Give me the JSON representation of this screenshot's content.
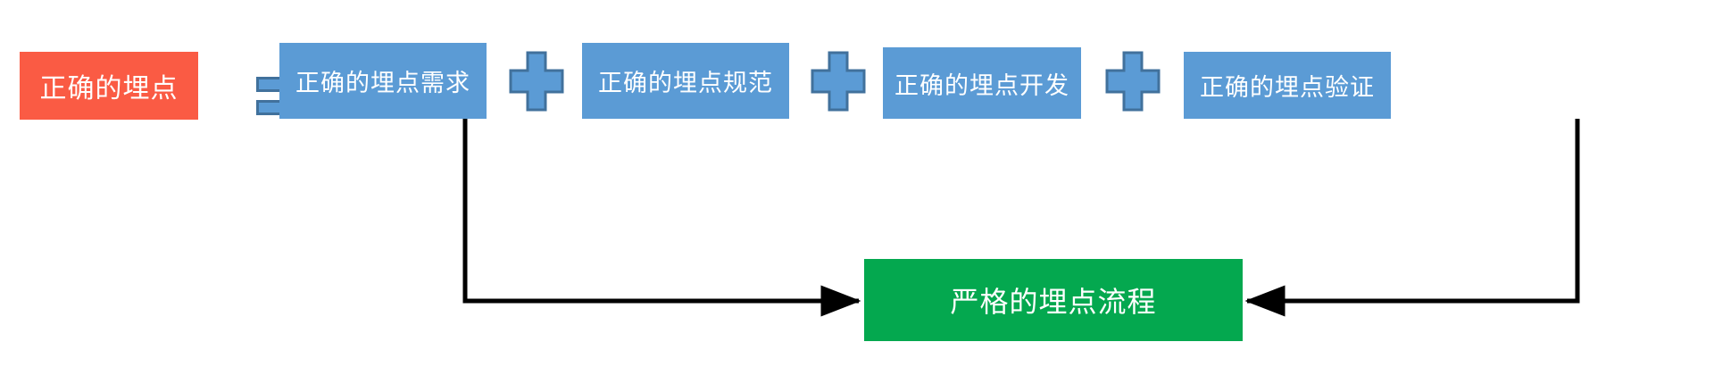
{
  "diagram": {
    "title_equation": {
      "result": {
        "label": "正确的埋点",
        "color": "#FA5B44"
      },
      "equals_symbol": "equals-sign",
      "terms": [
        {
          "label": "正确的埋点需求",
          "color": "#5B9BD5"
        },
        {
          "label": "正确的埋点规范",
          "color": "#5B9BD5"
        },
        {
          "label": "正确的埋点开发",
          "color": "#5B9BD5"
        },
        {
          "label": "正确的埋点验证",
          "color": "#5B9BD5"
        }
      ],
      "operators": [
        "plus-sign",
        "plus-sign",
        "plus-sign"
      ]
    },
    "process": {
      "label": "严格的埋点流程",
      "color": "#04A84F"
    },
    "connectors": [
      {
        "from": "正确的埋点需求",
        "to": "严格的埋点流程",
        "style": "elbow-arrow"
      },
      {
        "from": "正确的埋点验证",
        "to": "严格的埋点流程",
        "style": "elbow-arrow"
      }
    ],
    "colors": {
      "red": "#FA5B44",
      "blue": "#5B9BD5",
      "blue_border": "#41719C",
      "green": "#04A84F",
      "arrow": "#000000",
      "background": "#FFFFFF",
      "text": "#FFFFFF"
    }
  }
}
